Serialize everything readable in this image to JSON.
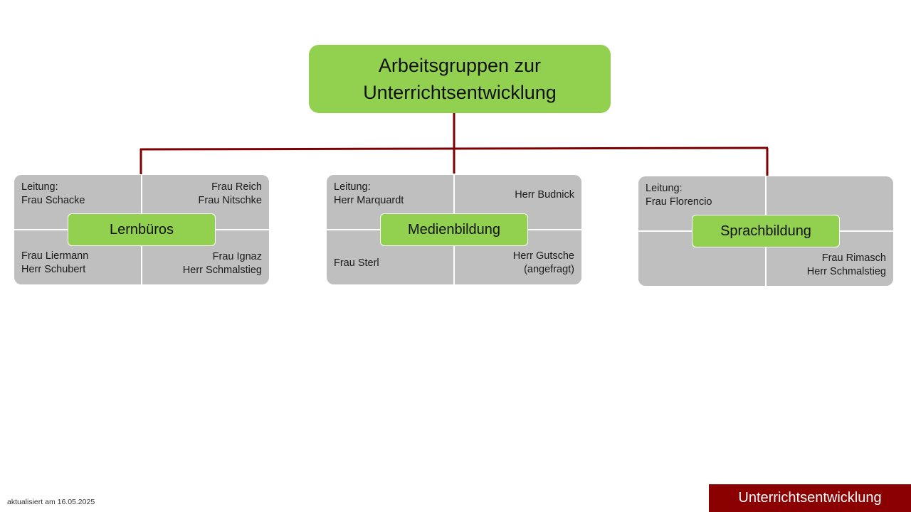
{
  "root": {
    "line1": "Arbeitsgruppen zur",
    "line2": "Unterrichtsentwicklung"
  },
  "groups": [
    {
      "name": "Lernbüros",
      "tl": [
        "Leitung:",
        "Frau Schacke"
      ],
      "tr": [
        "Frau Reich",
        "Frau Nitschke"
      ],
      "bl": [
        "Frau Liermann",
        "Herr Schubert"
      ],
      "br": [
        "Frau Ignaz",
        "Herr Schmalstieg"
      ]
    },
    {
      "name": "Medienbildung",
      "tl": [
        "Leitung:",
        "Herr Marquardt"
      ],
      "tr": [
        "Herr Budnick"
      ],
      "bl": [
        "Frau Sterl"
      ],
      "br": [
        "Herr Gutsche",
        "(angefragt)"
      ]
    },
    {
      "name": "Sprachbildung",
      "tl": [
        "Leitung:",
        "Frau Florencio"
      ],
      "tr": [],
      "bl": [],
      "br": [
        "Frau Rimasch",
        "Herr Schmalstieg"
      ]
    }
  ],
  "footer": {
    "updated": "aktualisiert am 16.05.2025",
    "section": "Unterrichtsentwicklung"
  },
  "colors": {
    "green": "#92d050",
    "grey": "#bfbfbf",
    "connector": "#7f0000",
    "footer_bg": "#8b0000"
  }
}
